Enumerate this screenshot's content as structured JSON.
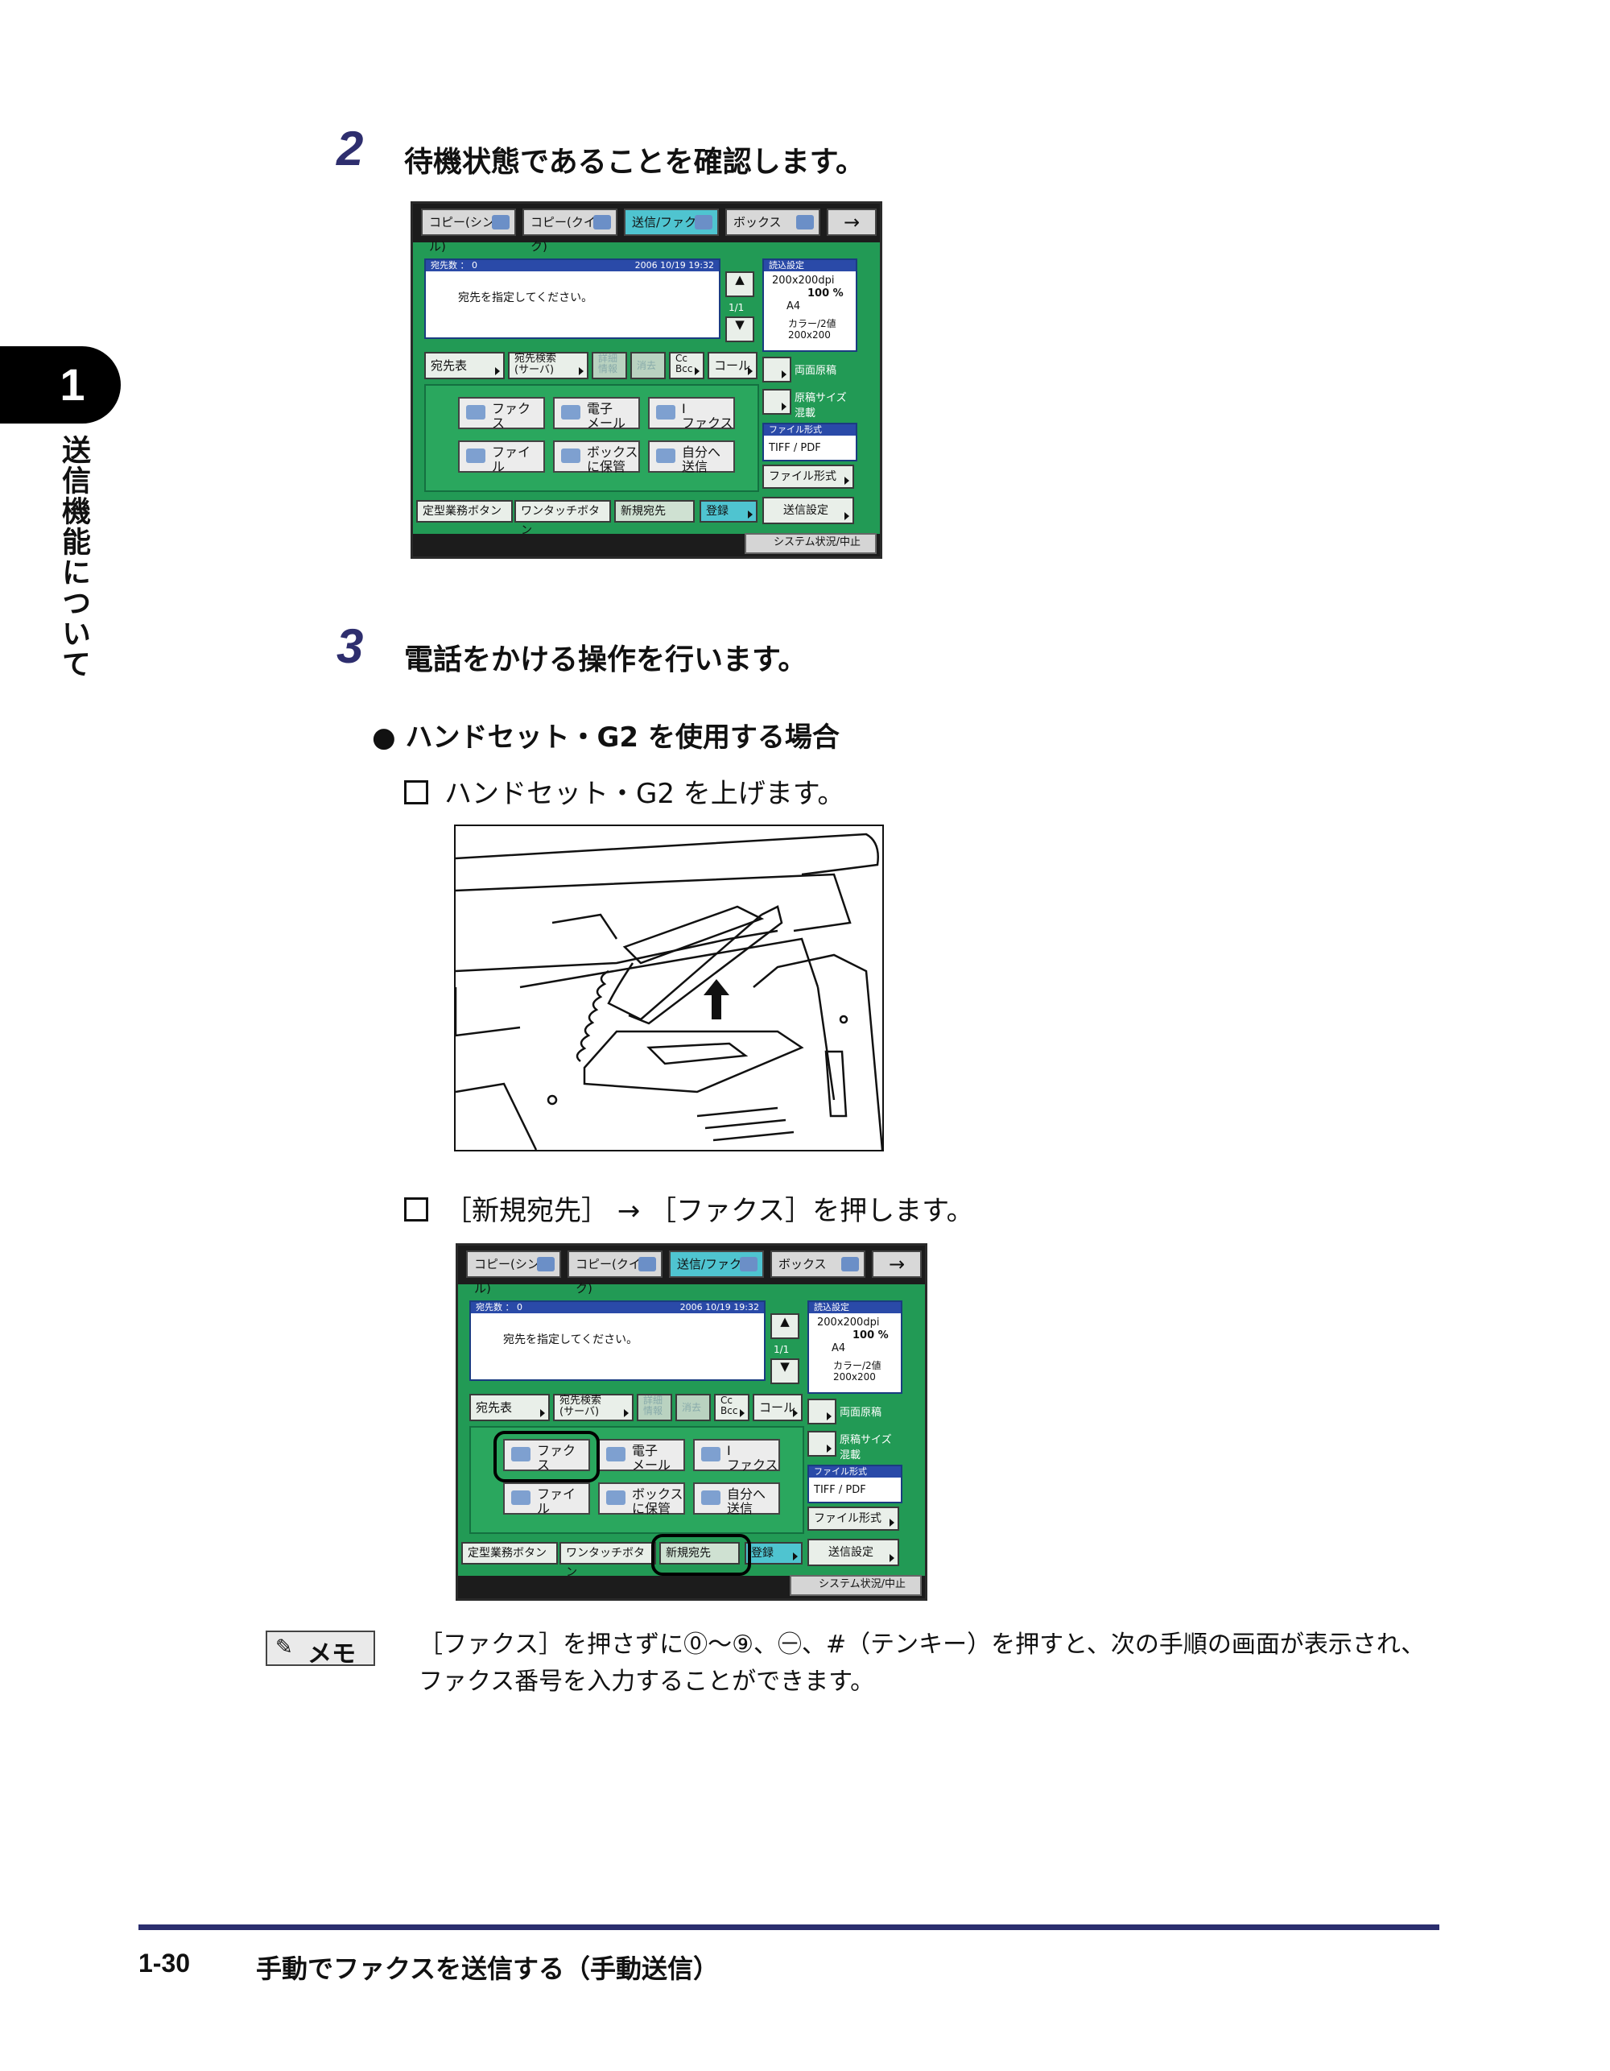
{
  "chapter": {
    "number": "1",
    "title": "送信機能について"
  },
  "steps": [
    {
      "number": "2",
      "text": "待機状態であることを確認します。"
    },
    {
      "number": "3",
      "text": "電話をかける操作を行います。"
    }
  ],
  "subheading": "● ハンドセット・G2 を使用する場合",
  "checks": [
    "ハンドセット・G2 を上げます。",
    "［新規宛先］ → ［ファクス］を押します。"
  ],
  "panel": {
    "tabs": [
      "コピー(シンプル)",
      "コピー(クイック)",
      "送信/ファクス",
      "ボックス"
    ],
    "arrow": "→",
    "dest_count": "宛先数 ： 0",
    "datetime": "2006 10/19 19:32",
    "dest_prompt": "宛先を指定してください。",
    "page_indicator": "1/1",
    "scan_settings_header": "読込設定",
    "resolution": "200x200dpi",
    "zoom": "100 %",
    "paper": "A4",
    "color_mode": "カラー/2値",
    "color_res": "200x200",
    "row_buttons": [
      "宛先表",
      "宛先検索\n(サーバ)",
      "詳細\n情報",
      "消去",
      "Cc\nBcc",
      "コール"
    ],
    "duplex": "両面原稿",
    "orig_size": "原稿サイズ\n混載",
    "file_format_header": "ファイル形式",
    "file_format_value": "TIFF / PDF",
    "file_format_button": "ファイル形式",
    "send_settings": "送信設定",
    "dest_buttons": [
      "ファクス",
      "電子\nメール",
      "I\nファクス",
      "ファイル",
      "ボックス\nに保管",
      "自分へ\n送信"
    ],
    "bottom_buttons": [
      "定型業務ボタン",
      "ワンタッチボタン",
      "新規宛先",
      "登録"
    ],
    "system_status": "システム状況/中止"
  },
  "memo": {
    "label": "メモ",
    "text": "［ファクス］を押さずに⓪～⑨、㊀、#（テンキー）を押すと、次の手順の画面が表示され、ファクス番号を入力することができます。"
  },
  "footer": {
    "page": "1-30",
    "title": "手動でファクスを送信する（手動送信）"
  }
}
